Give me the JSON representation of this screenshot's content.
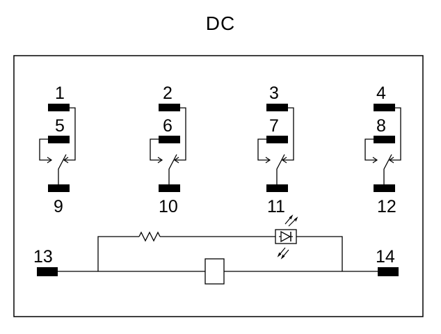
{
  "title": "DC",
  "terminals": {
    "t1": "1",
    "t2": "2",
    "t3": "3",
    "t4": "4",
    "t5": "5",
    "t6": "6",
    "t7": "7",
    "t8": "8",
    "t9": "9",
    "t10": "10",
    "t11": "11",
    "t12": "12",
    "t13": "13",
    "t14": "14"
  },
  "colors": {
    "line": "#000000",
    "background": "#ffffff"
  },
  "components": [
    "resistor",
    "led",
    "coil"
  ]
}
